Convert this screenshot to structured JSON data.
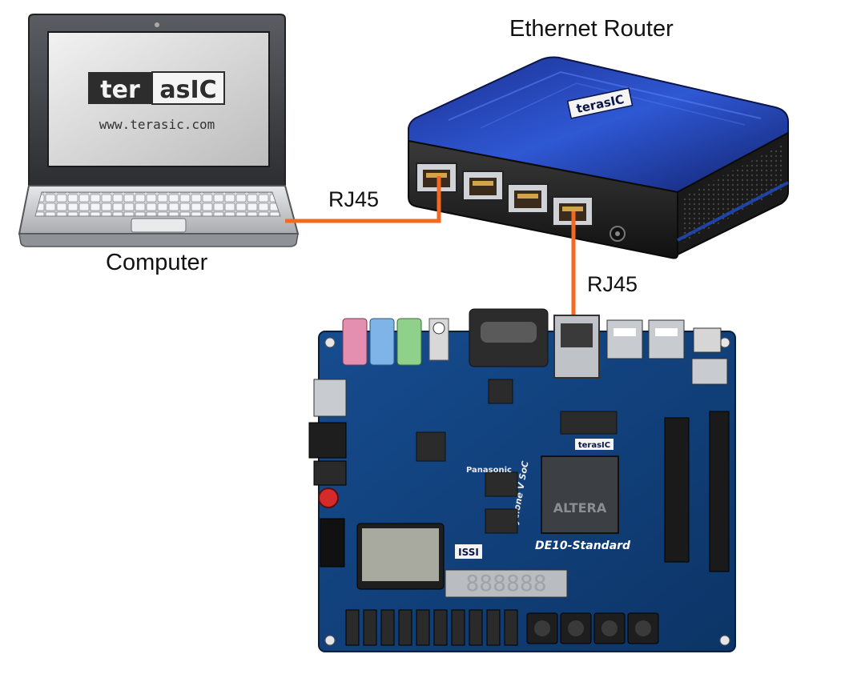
{
  "labels": {
    "router": "Ethernet Router",
    "computer": "Computer",
    "cable_left": "RJ45",
    "cable_right": "RJ45"
  },
  "branding": {
    "laptop_logo_left": "ter",
    "laptop_logo_right": "asIC",
    "laptop_url": "www.terasic.com",
    "router_logo": "terasIC",
    "board_logo": "terasIC",
    "board_name": "DE10-Standard",
    "board_chip": "ALTERA",
    "board_chip_family": "Cyclone V SoC",
    "board_vendor_1": "Panasonic",
    "board_vendor_2": "ISSI"
  },
  "colors": {
    "cable": "#f26a21",
    "board": "#0f3f7a",
    "router_top": "#1f3fa6",
    "laptop_body": "#cfd2d6"
  },
  "icons": [
    "laptop-icon",
    "router-icon",
    "fpga-board-icon"
  ]
}
